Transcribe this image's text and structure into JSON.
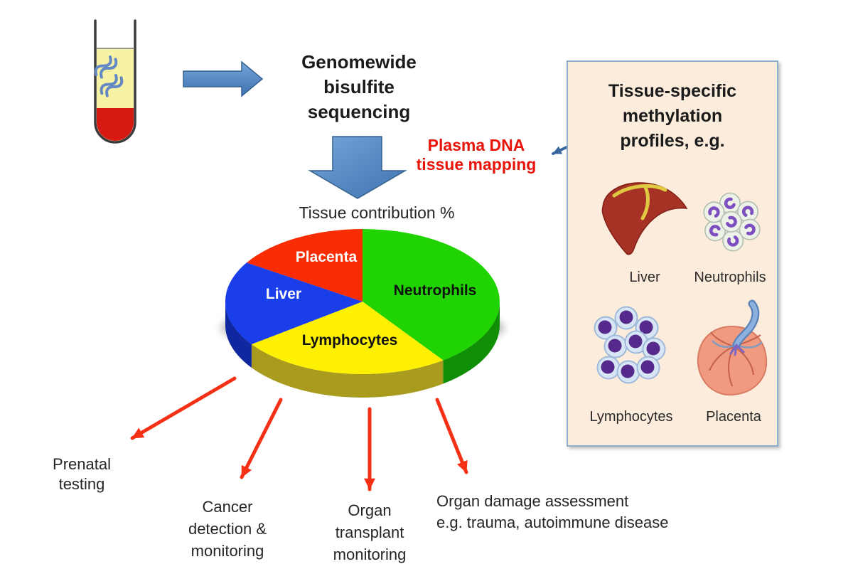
{
  "chart_data": {
    "type": "pie",
    "title": "Tissue contribution %",
    "style": "3d",
    "start_angle_deg": -90,
    "direction": "clockwise",
    "legend_position": "none",
    "slices": [
      {
        "label": "Neutrophils",
        "value": 40,
        "color": "#1fd400",
        "side_color": "#108e05",
        "label_color": "#101010"
      },
      {
        "label": "Lymphocytes",
        "value": 25,
        "color": "#fdf003",
        "side_color": "#a89b1d",
        "label_color": "#101010"
      },
      {
        "label": "Liver",
        "value": 19,
        "color": "#1a3eea",
        "side_color": "#10289f",
        "label_color": "#ffffff"
      },
      {
        "label": "Placenta",
        "value": 16,
        "color": "#f92c04",
        "side_color": "#b01f06",
        "label_color": "#ffffff"
      }
    ]
  },
  "process": {
    "step1_label": "Genomewide\nbisulfite\nsequencing",
    "step2_label": "Plasma DNA\ntissue mapping"
  },
  "panel": {
    "title": "Tissue-specific\nmethylation\nprofiles, e.g.",
    "tissues": [
      {
        "label": "Liver"
      },
      {
        "label": "Neutrophils"
      },
      {
        "label": "Lymphocytes"
      },
      {
        "label": "Placenta"
      }
    ]
  },
  "outcomes": [
    {
      "label": "Prenatal\ntesting"
    },
    {
      "label": "Cancer\ndetection &\nmonitoring"
    },
    {
      "label": "Organ\ntransplant\nmonitoring"
    },
    {
      "label": "Organ damage assessment\ne.g. trauma, autoimmune disease"
    }
  ],
  "colors": {
    "flow_arrow_blue": "#5188c4",
    "pointer_arrow_blue": "#38679f",
    "outcome_arrow_red": "#f63014",
    "step2_text_red": "#e8140a",
    "panel_bg": "#fcecdc",
    "panel_border": "#8fafd0",
    "plasma_yellow": "#f7f3a4",
    "blood_red": "#d61911"
  }
}
